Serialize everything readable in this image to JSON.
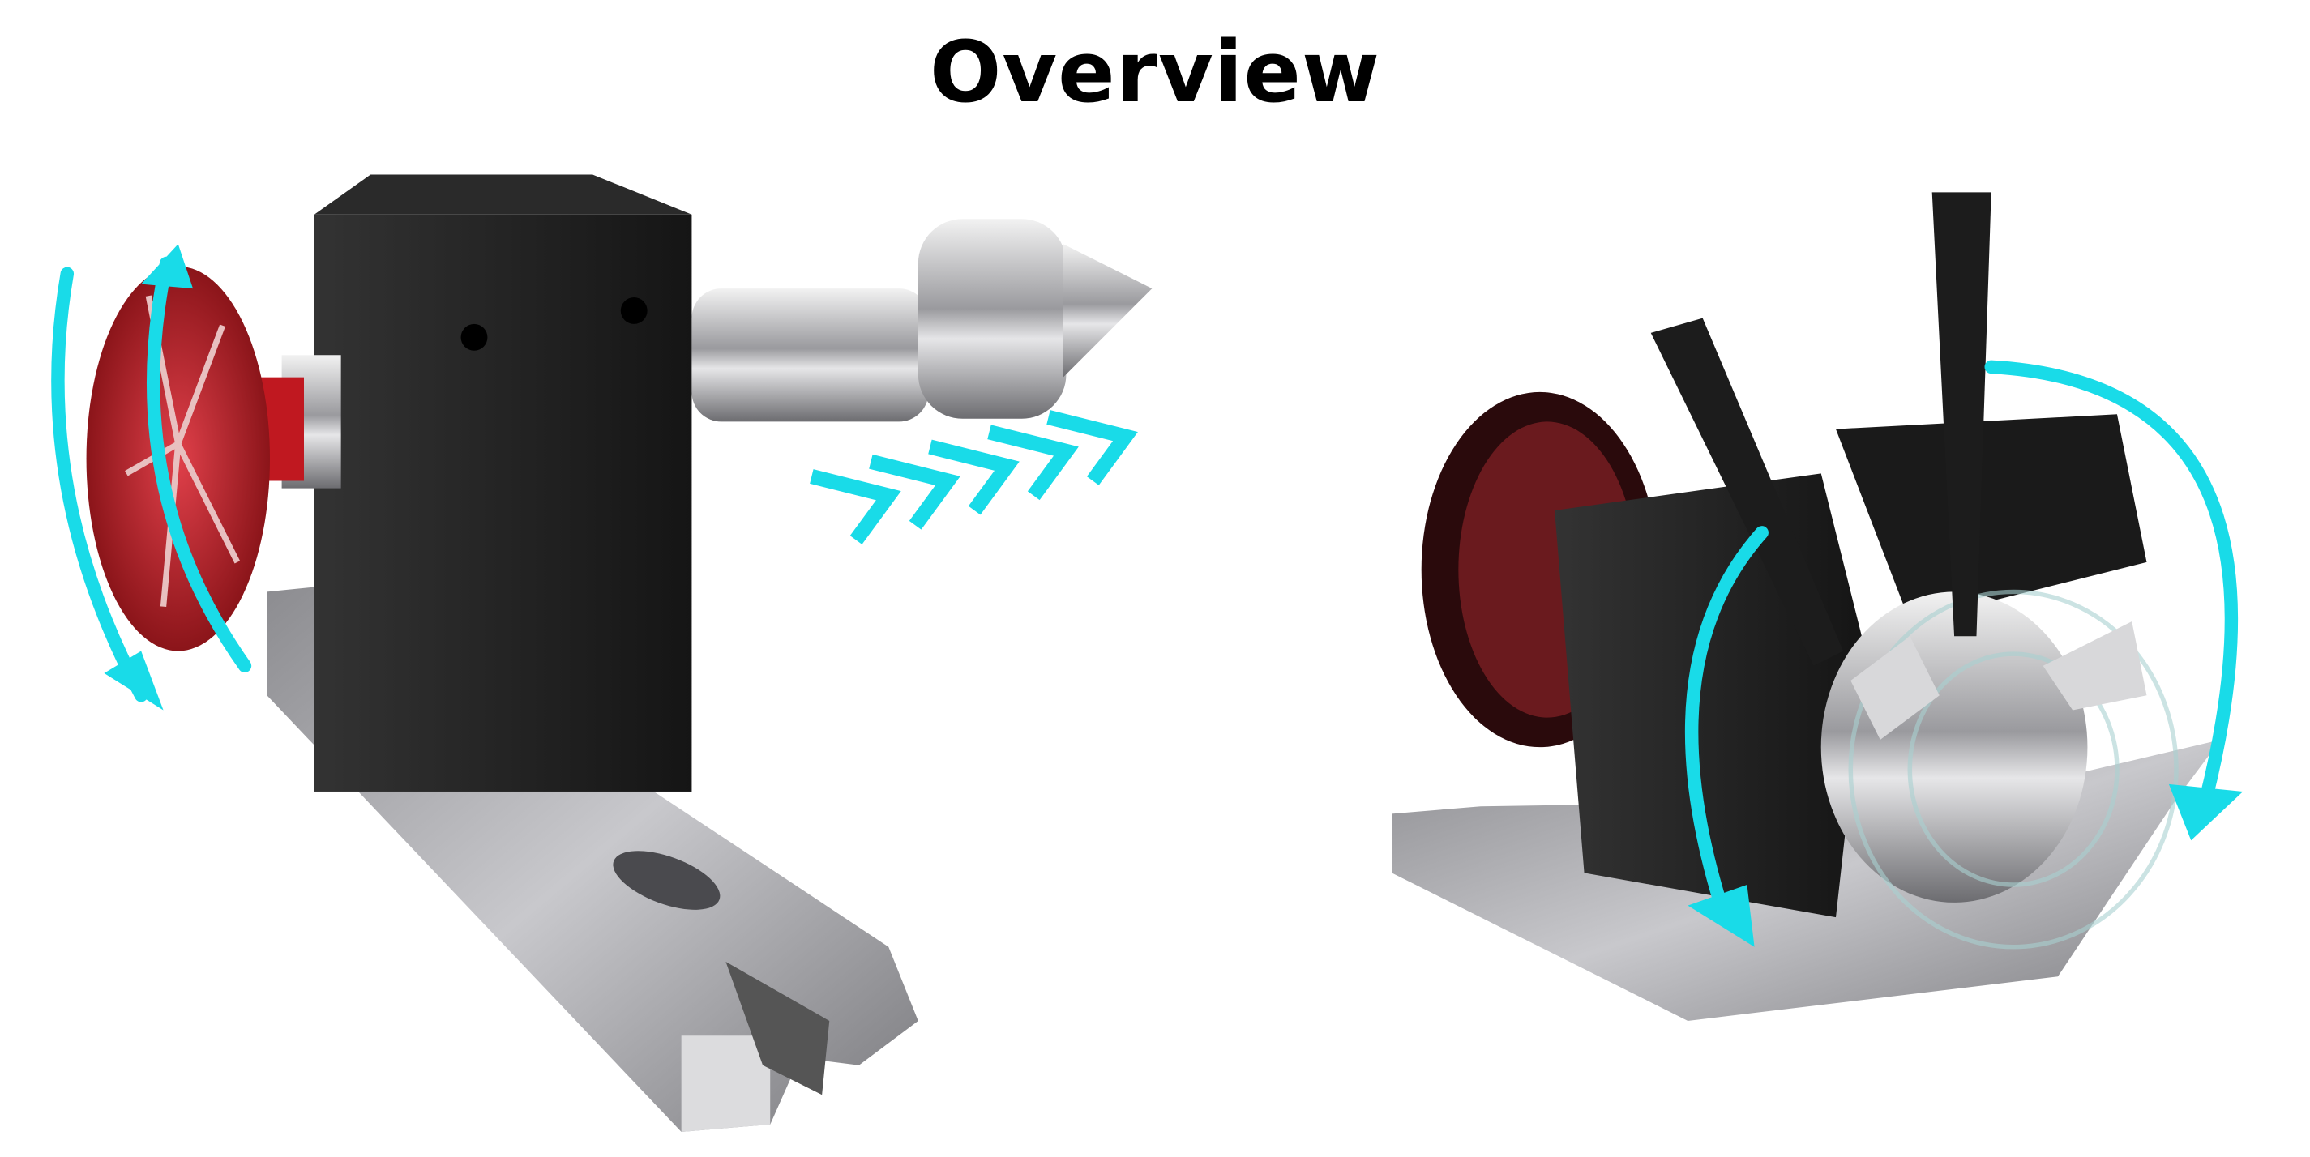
{
  "title": "Overview",
  "colors": {
    "arrow": "#19dbe8",
    "knob": "#b0141c",
    "body": "#1e1e1e",
    "metal": "#b8b8bc",
    "background": "#ffffff"
  },
  "products": [
    {
      "name": "tailstock",
      "icons": [
        "rotate-knob-arrow-icon",
        "forward-chevrons-icon"
      ]
    },
    {
      "name": "rotary-chuck",
      "icons": [
        "rotate-left-arrow-icon",
        "rotate-right-arrow-icon"
      ]
    }
  ]
}
